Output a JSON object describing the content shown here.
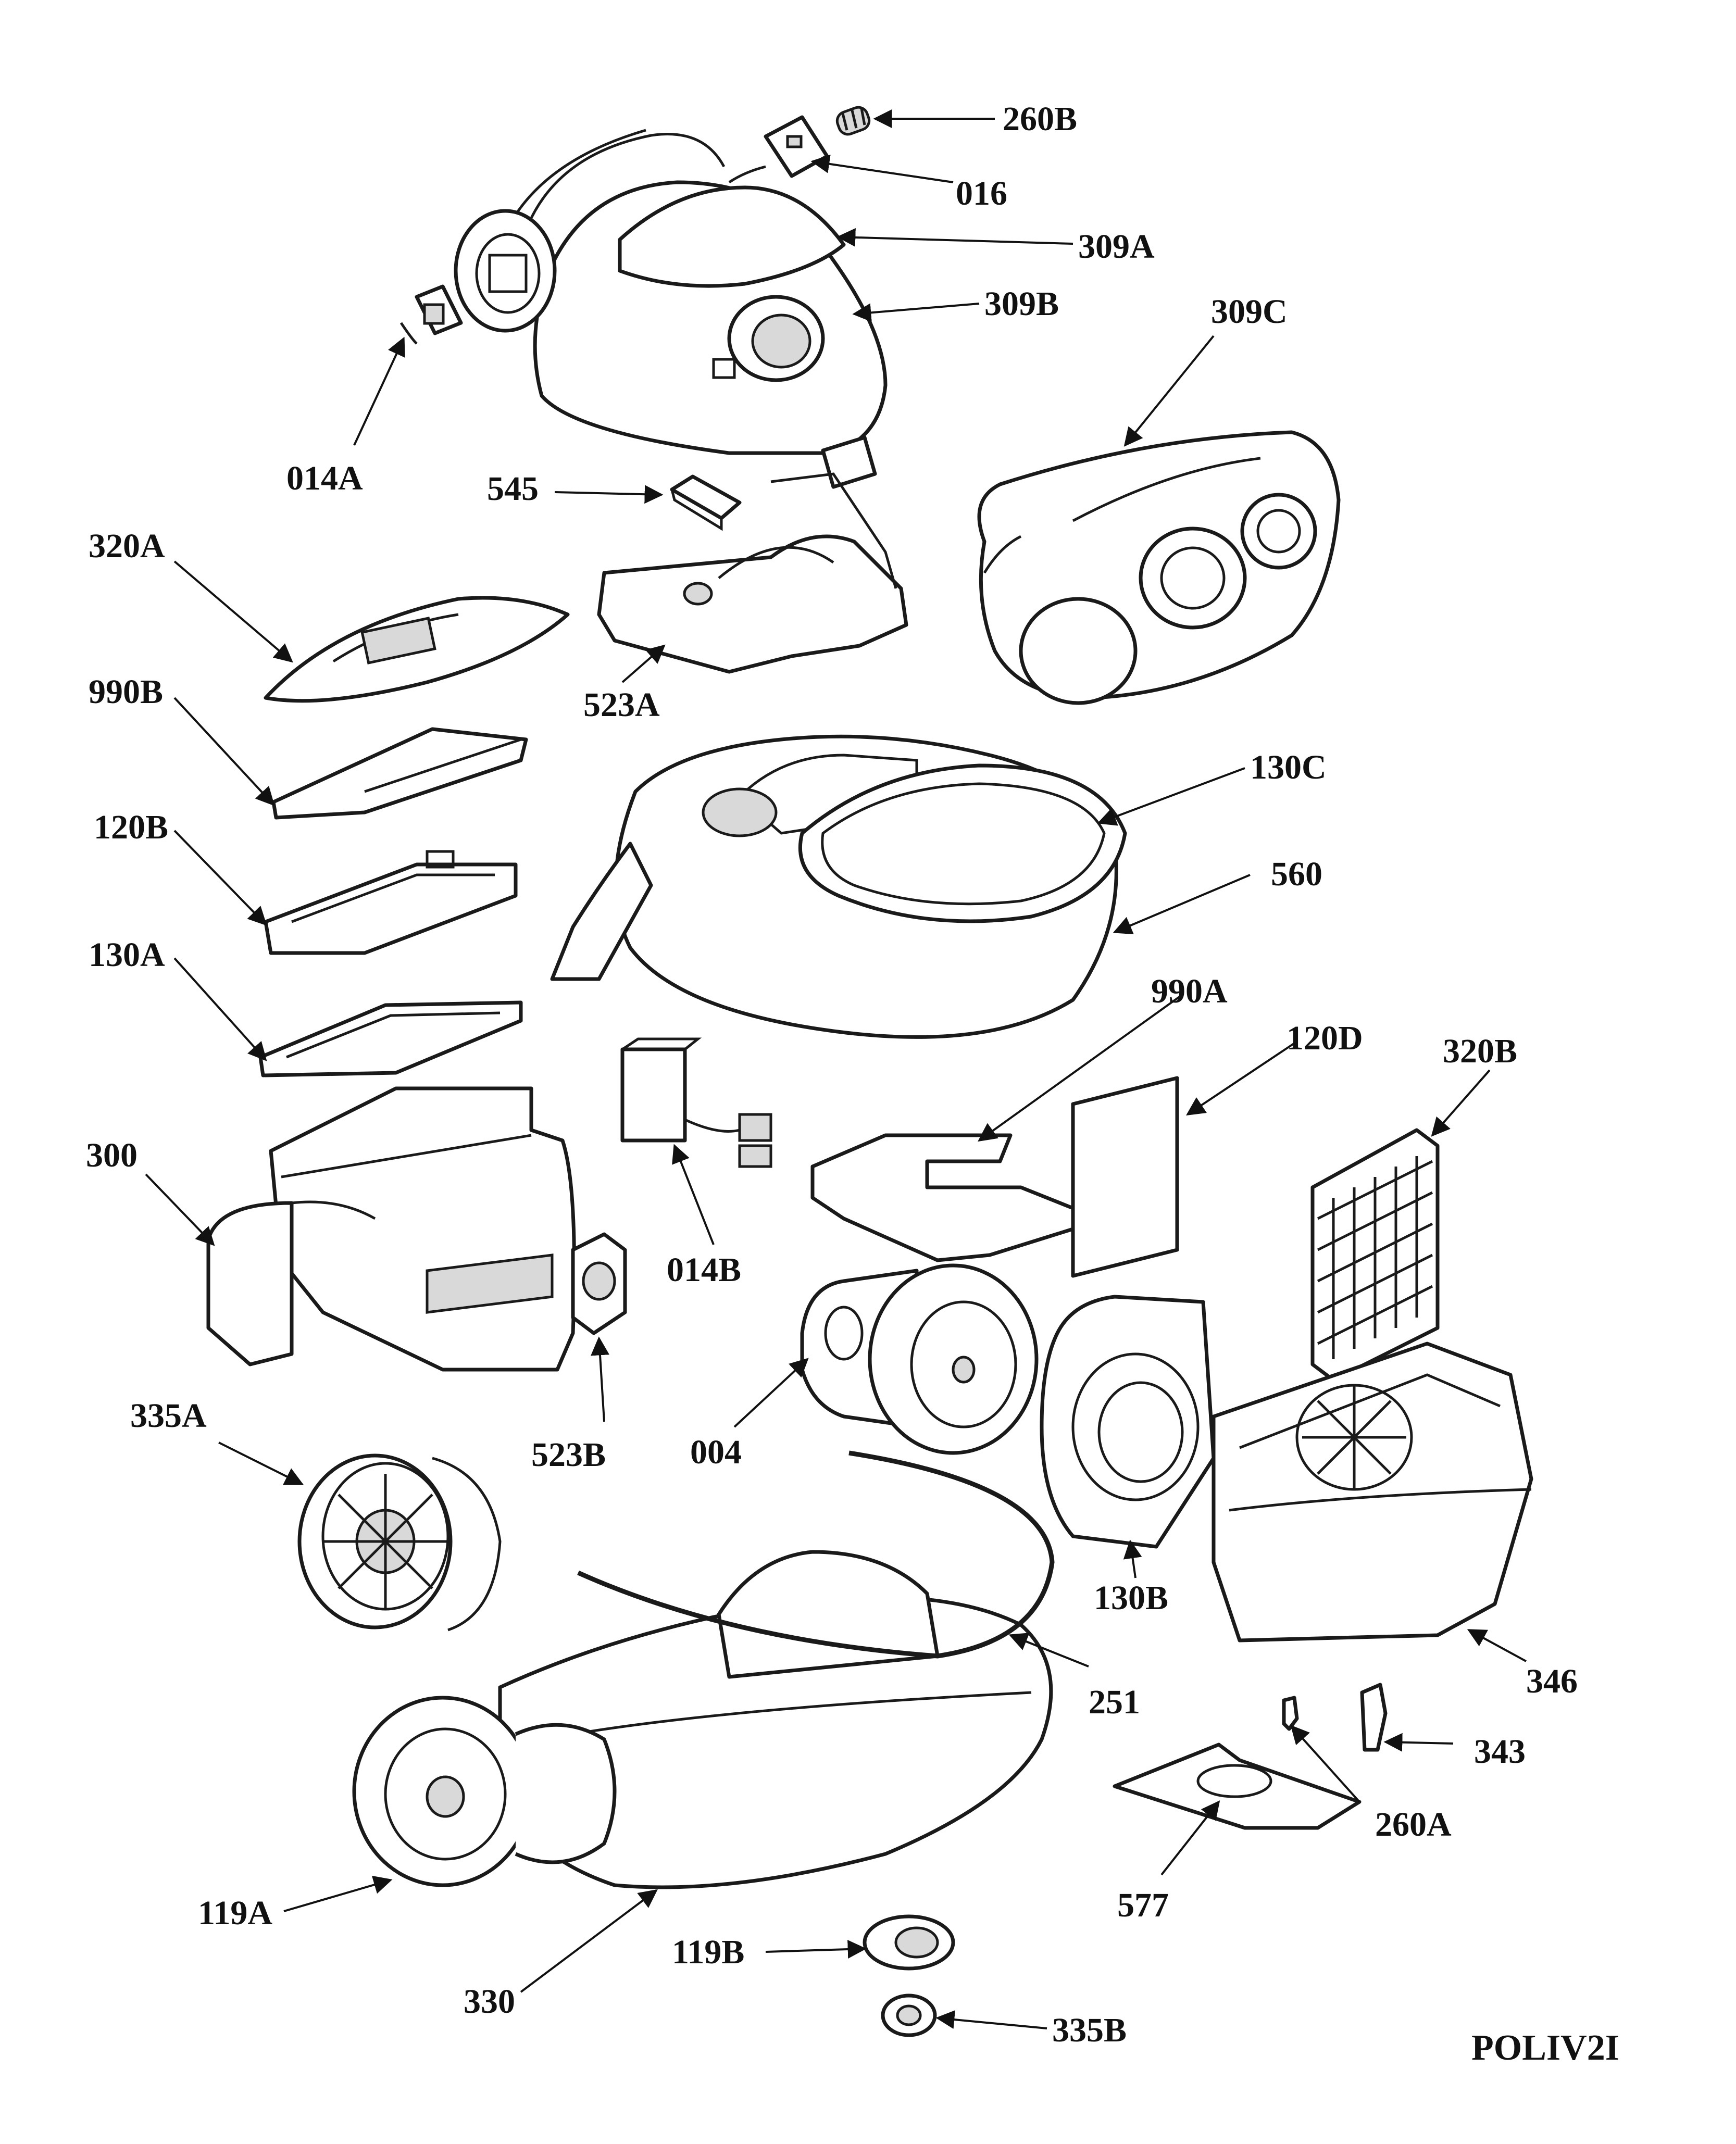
{
  "diagram": {
    "model_code": "POLIV2I",
    "line_color": "#1a1a1a",
    "background": "#ffffff",
    "parts": [
      {
        "id": "p-260B",
        "label": "260B"
      },
      {
        "id": "p-016",
        "label": "016"
      },
      {
        "id": "p-309A",
        "label": "309A"
      },
      {
        "id": "p-309B",
        "label": "309B"
      },
      {
        "id": "p-309C",
        "label": "309C"
      },
      {
        "id": "p-014A",
        "label": "014A"
      },
      {
        "id": "p-545",
        "label": "545"
      },
      {
        "id": "p-320A",
        "label": "320A"
      },
      {
        "id": "p-523A",
        "label": "523A"
      },
      {
        "id": "p-990B",
        "label": "990B"
      },
      {
        "id": "p-130C",
        "label": "130C"
      },
      {
        "id": "p-120B",
        "label": "120B"
      },
      {
        "id": "p-560",
        "label": "560"
      },
      {
        "id": "p-130A",
        "label": "130A"
      },
      {
        "id": "p-990A",
        "label": "990A"
      },
      {
        "id": "p-120D",
        "label": "120D"
      },
      {
        "id": "p-320B",
        "label": "320B"
      },
      {
        "id": "p-300",
        "label": "300"
      },
      {
        "id": "p-014B",
        "label": "014B"
      },
      {
        "id": "p-335A",
        "label": "335A"
      },
      {
        "id": "p-523B",
        "label": "523B"
      },
      {
        "id": "p-004",
        "label": "004"
      },
      {
        "id": "p-130B",
        "label": "130B"
      },
      {
        "id": "p-346",
        "label": "346"
      },
      {
        "id": "p-251",
        "label": "251"
      },
      {
        "id": "p-343",
        "label": "343"
      },
      {
        "id": "p-260A",
        "label": "260A"
      },
      {
        "id": "p-577",
        "label": "577"
      },
      {
        "id": "p-119A",
        "label": "119A"
      },
      {
        "id": "p-119B",
        "label": "119B"
      },
      {
        "id": "p-330",
        "label": "330"
      },
      {
        "id": "p-335B",
        "label": "335B"
      }
    ]
  }
}
